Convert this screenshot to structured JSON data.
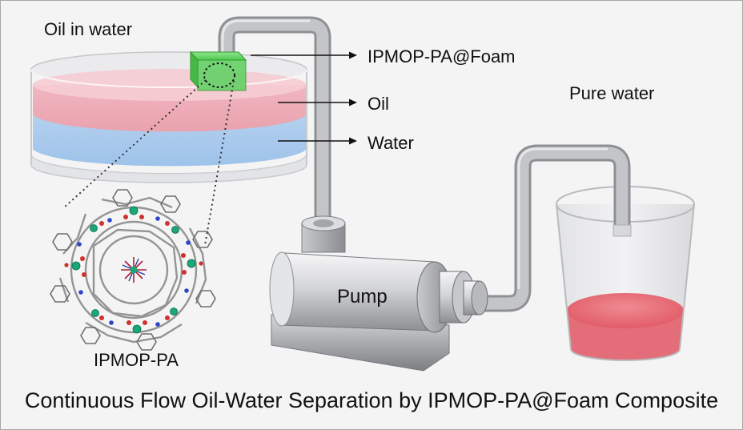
{
  "diagram": {
    "labels": {
      "oil_in_water": "Oil in water",
      "foam": "IPMOP-PA@Foam",
      "oil": "Oil",
      "water": "Water",
      "pure_water": "Pure water",
      "pump": "Pump",
      "molecule": "IPMOP-PA"
    },
    "caption": "Continuous Flow Oil-Water Separation by IPMOP-PA@Foam Composite"
  },
  "colors": {
    "oil": "#e89aa6",
    "water": "#a9c9ea",
    "foam": "#5fd35f",
    "pipe": "#a3a5a8",
    "collected_oil": "#e8707a"
  }
}
